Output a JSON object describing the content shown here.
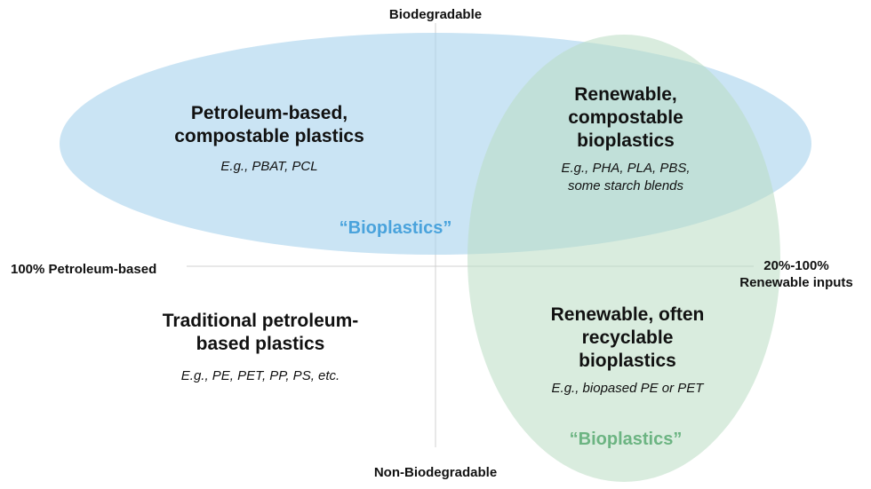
{
  "colors": {
    "blue_fill": "#a9d4ee",
    "blue_text": "#4aa3dc",
    "green_fill": "#b9dcc3",
    "green_text": "#6cb482",
    "axis_line": "#d0d0d0",
    "text": "#111111"
  },
  "axes": {
    "top": "Biodegradable",
    "bottom": "Non-Biodegradable",
    "left": "100% Petroleum-based",
    "right_line1": "20%-100%",
    "right_line2": "Renewable inputs"
  },
  "quadrants": {
    "top_left": {
      "title_lines": [
        "Petroleum-based,",
        "compostable plastics"
      ],
      "example_lines": [
        "E.g., PBAT, PCL"
      ]
    },
    "top_right": {
      "title_lines": [
        "Renewable,",
        "compostable",
        "bioplastics"
      ],
      "example_lines": [
        "E.g., PHA, PLA, PBS,",
        "some starch blends"
      ]
    },
    "bottom_left": {
      "title_lines": [
        "Traditional petroleum-",
        "based plastics"
      ],
      "example_lines": [
        "E.g., PE, PET, PP, PS, etc."
      ]
    },
    "bottom_right": {
      "title_lines": [
        "Renewable, often",
        "recyclable",
        "bioplastics"
      ],
      "example_lines": [
        "E.g., biopased PE or PET"
      ]
    }
  },
  "regions": {
    "blue_label": "“Bioplastics”",
    "green_label": "“Bioplastics”"
  }
}
